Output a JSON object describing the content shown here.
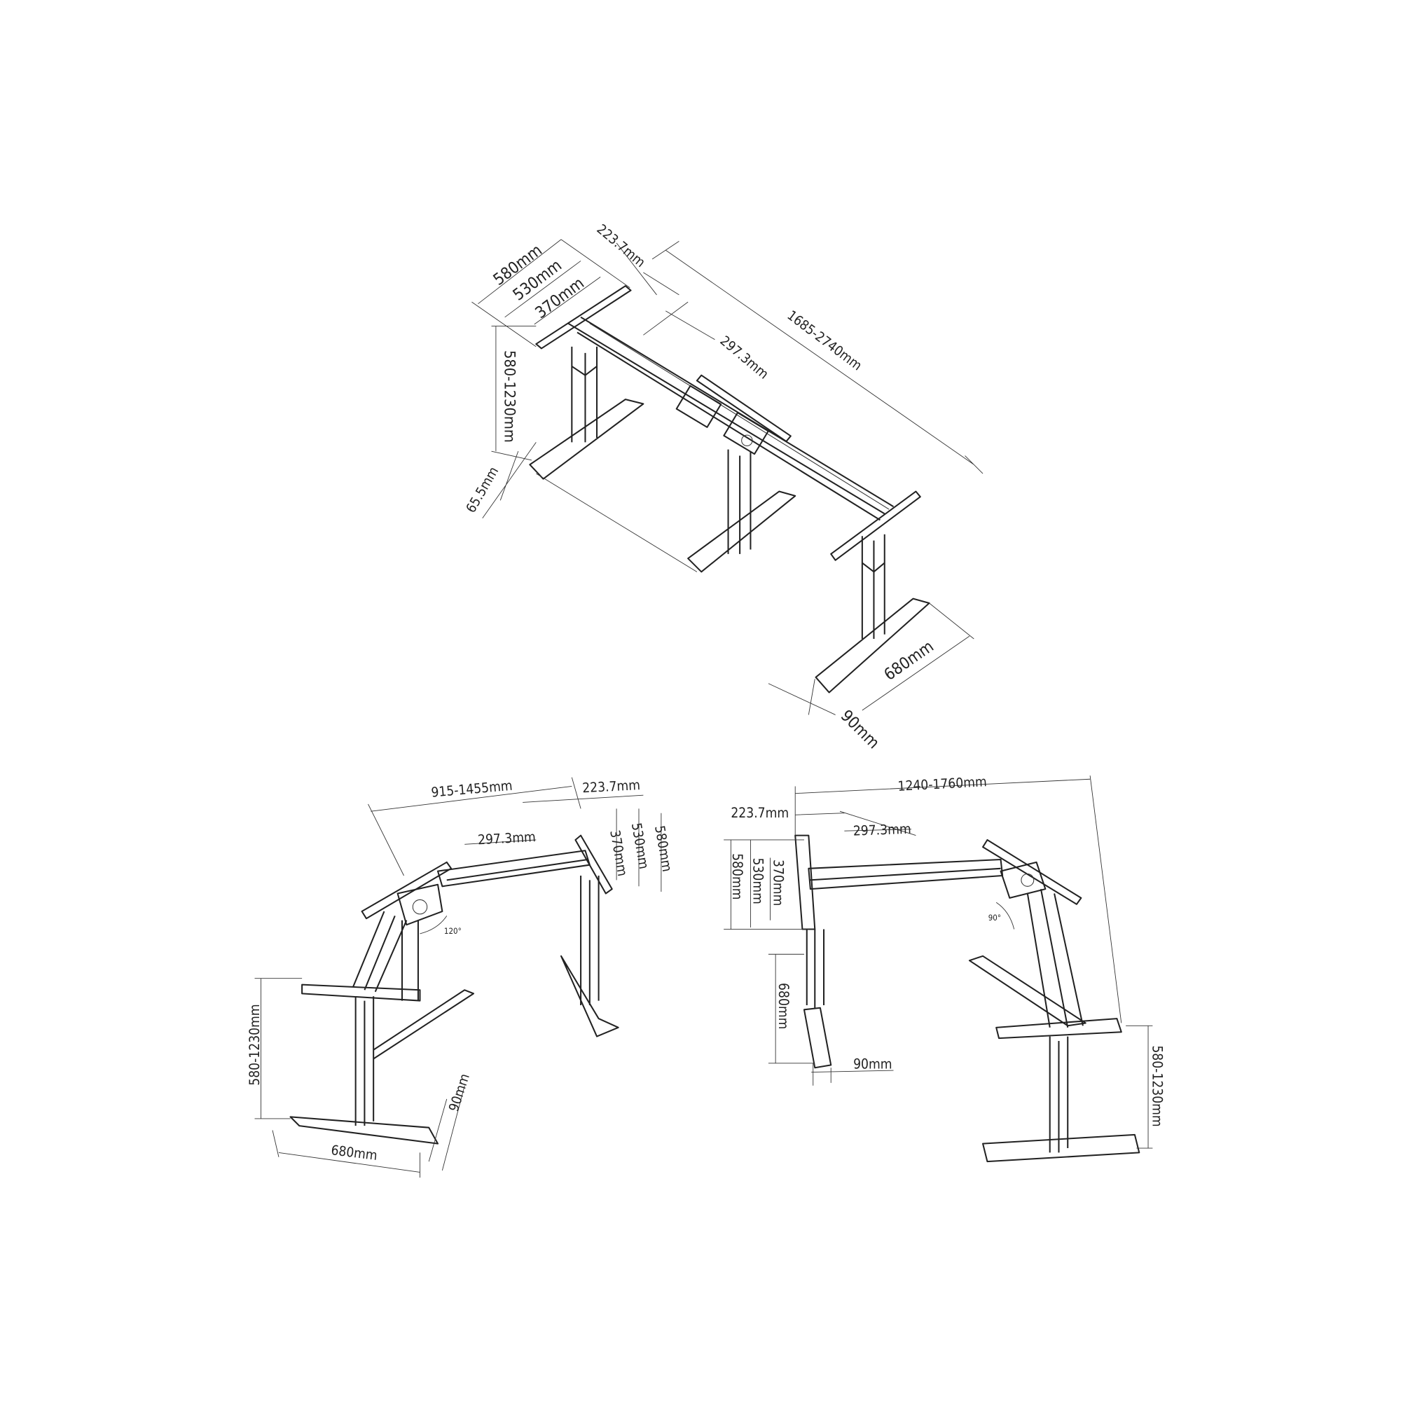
{
  "top_view": {
    "overall_length": "1685-2740mm",
    "plate_width_580": "580mm",
    "plate_width_530": "530mm",
    "plate_width_370": "370mm",
    "bracket_offset": "223.7mm",
    "beam_section": "297.3mm",
    "height_range": "580-1230mm",
    "foot_offset": "65.5mm",
    "foot_length": "680mm",
    "foot_width": "90mm"
  },
  "left_view": {
    "span": "915-1455mm",
    "bracket_offset": "223.7mm",
    "beam_section": "297.3mm",
    "plate_370": "370mm",
    "plate_530": "530mm",
    "plate_580": "580mm",
    "angle": "120°",
    "height_range": "580-1230mm",
    "foot_length": "680mm",
    "foot_width": "90mm"
  },
  "right_view": {
    "span": "1240-1760mm",
    "bracket_offset": "223.7mm",
    "beam_section": "297.3mm",
    "plate_580": "580mm",
    "plate_530": "530mm",
    "plate_370": "370mm",
    "angle": "90°",
    "foot_length": "680mm",
    "foot_width": "90mm",
    "height_range": "580-1230mm"
  }
}
